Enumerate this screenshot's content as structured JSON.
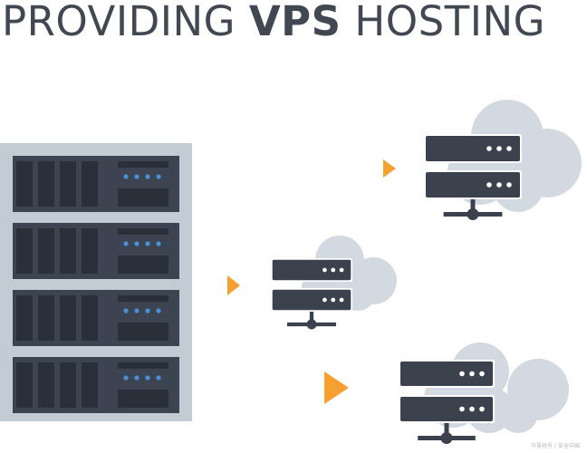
{
  "headline": {
    "part1": "PROVIDING ",
    "bold": "VPS",
    "part2": " HOSTING"
  },
  "watermark": "华夏经号 / 安全中国",
  "colors": {
    "rack_frame": "#c2ccd4",
    "rack_inner": "#3d4451",
    "drive_slot": "#2a303a",
    "led": "#4a90d9",
    "server_unit": "#3b414d",
    "server_led": "#ffffff",
    "cloud": "#d2d9e0",
    "arrow": "#f5a031"
  },
  "icons": {
    "rack": "server-rack-icon",
    "vps": "cloud-server-icon",
    "arrow": "play-triangle-icon"
  }
}
